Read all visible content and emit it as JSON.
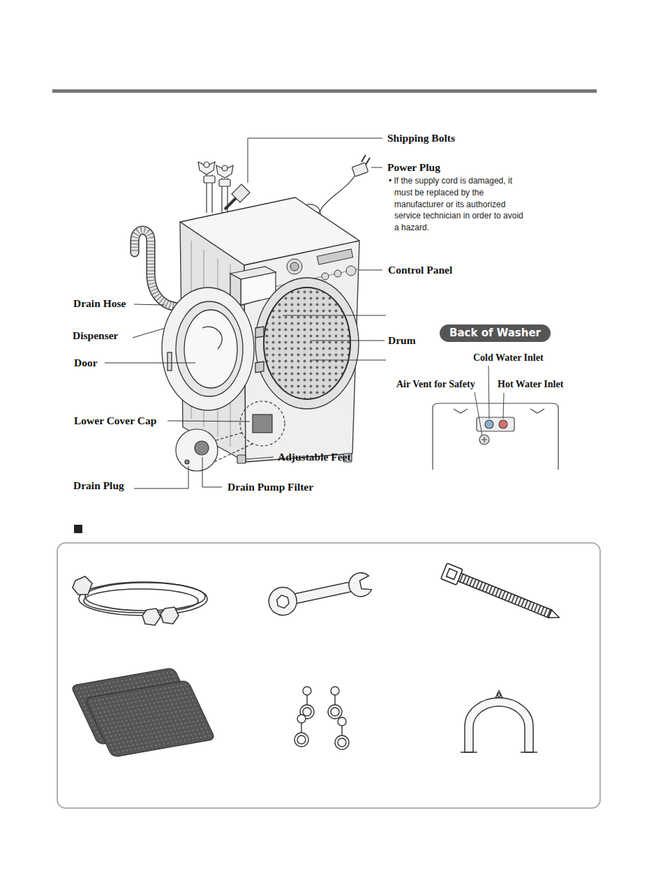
{
  "diagram": {
    "nodes": [
      {
        "text": [
          "Back of Washer"
        ]
      }
    ],
    "edges": [],
    "labels": [
      "Shipping Bolts",
      "Power Plug",
      "• If the supply cord is damaged, it must be replaced by the manufacturer or its authorized service technician in order to avoid a hazard.",
      "Control Panel",
      "Drain Hose",
      "Dispenser",
      "Drum",
      "Door",
      "Lower Cover Cap",
      "Adjustable Feet",
      "Drain Plug",
      "Drain Pump Filter",
      "Cold Water Inlet",
      "Air Vent for Safety",
      "Hot Water Inlet"
    ]
  }
}
